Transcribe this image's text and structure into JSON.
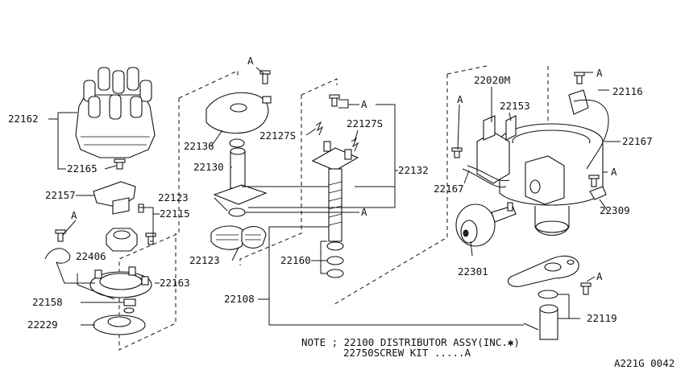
{
  "callouts": {
    "c22162": "22162",
    "c22165": "22165",
    "c22157": "22157",
    "c22115": "22115",
    "c22406": "22406",
    "c22163": "22163",
    "c22158": "22158",
    "c22229": "22229",
    "c22136": "22136",
    "c22130": "22130",
    "c22123a": "22123",
    "c22123b": "22123",
    "c22127s_left": "22127S",
    "c22127s_right": "22127S",
    "c22132": "22132",
    "c22160": "22160",
    "c22108": "22108",
    "c22020m": "22020M",
    "c22153": "22153",
    "c22116": "22116",
    "c22167a": "22167",
    "c22167b": "22167",
    "c22309": "22309",
    "c22301": "22301",
    "c22119": "22119"
  },
  "markers": {
    "a1": "A",
    "a2": "A",
    "a3": "A",
    "a4": "A",
    "a5": "A",
    "a6": "A",
    "a7": "A",
    "a8": "A"
  },
  "note": {
    "line1": "NOTE ; 22100 DISTRIBUTOR ASSY(INC.✱)",
    "line2": "22750SCREW KIT .....A"
  },
  "diagram_code": "A221G 0042"
}
